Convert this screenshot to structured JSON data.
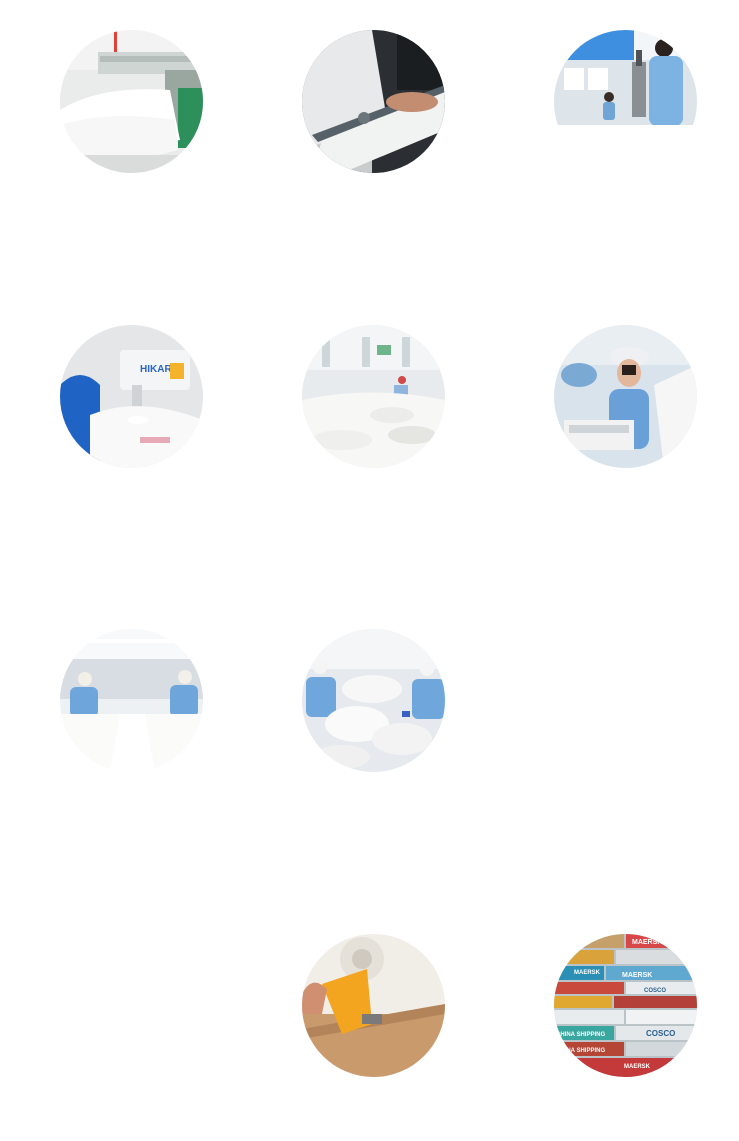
{
  "gallery": {
    "photos": [
      {
        "subject": "fabric-roll-machine"
      },
      {
        "subject": "fabric-feeding-roller"
      },
      {
        "subject": "worker-cutting-fabric"
      },
      {
        "subject": "sewing-machine-closeup"
      },
      {
        "subject": "factory-floor-filling"
      },
      {
        "subject": "worker-with-pillow"
      },
      {
        "subject": "workers-at-long-table"
      },
      {
        "subject": "workers-with-pillows"
      },
      {
        "subject": "tape-dispenser-on-box"
      },
      {
        "subject": "shipping-containers"
      }
    ],
    "machine_brand": "HIKARI",
    "container_labels": [
      "MAERSK",
      "MAERSK",
      "MAERSK",
      "COSCO",
      "CHINA SHIPPING",
      "COSCO",
      "CHINA SHIPPING",
      "MAERSK"
    ]
  }
}
